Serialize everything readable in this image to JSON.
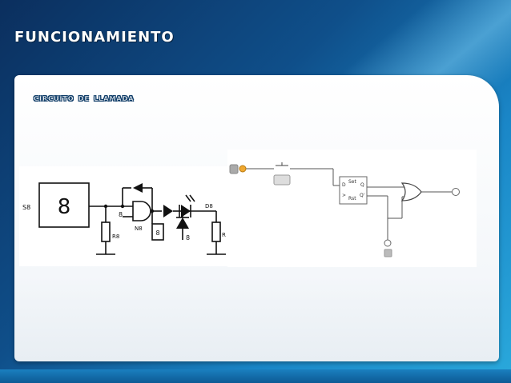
{
  "slide": {
    "title": "FUNCIONAMIENTO",
    "subtitle": "CIRCUITO DE LLAMADA"
  },
  "schematic": {
    "display_digit": "8",
    "s_label": "S8",
    "r_left_label": "R8",
    "gate_input_label": "8",
    "n_label": "N8",
    "box_label": "8",
    "diode_label": "8",
    "d_label": "D8",
    "r_right_label": "R"
  },
  "logic": {
    "ff_set": "Set",
    "ff_d": "D",
    "ff_q": "Q",
    "ff_clk": ">",
    "ff_rst": "Rst",
    "ff_qbar": "Q'"
  },
  "colors": {
    "background": "#0f4f8a",
    "accent": "#2aa9dc",
    "panel": "#ffffff",
    "wire": "#333333",
    "input_led": "#f0a830"
  }
}
